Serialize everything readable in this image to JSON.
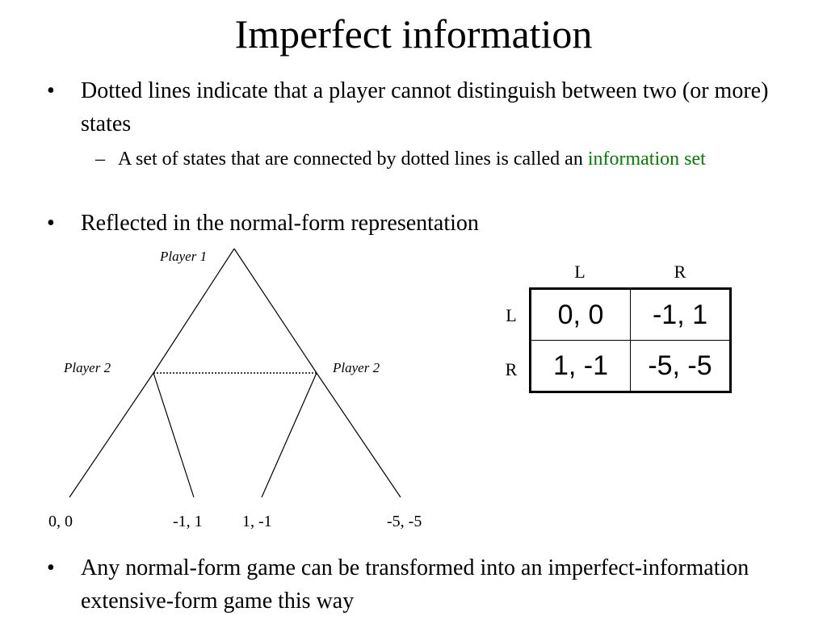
{
  "title": "Imperfect information",
  "bullets": [
    {
      "marker": "•",
      "text": "Dotted lines indicate that a player cannot distinguish between two (or more) states",
      "sub": {
        "marker": "–",
        "text": "A set of states that are connected by dotted lines is called an ",
        "highlight": "information set"
      }
    },
    {
      "marker": "•",
      "text": "Reflected in the normal-form representation"
    },
    {
      "marker": "•",
      "text": "Any normal-form game can be transformed into an imperfect-information extensive-form game this way"
    }
  ],
  "tree": {
    "root_label": "Player 1",
    "left_label": "Player 2",
    "right_label": "Player 2",
    "payoffs": [
      "0, 0",
      "-1, 1",
      "1, -1",
      "-5, -5"
    ]
  },
  "matrix": {
    "col_headers": [
      "L",
      "R"
    ],
    "row_headers": [
      "L",
      "R"
    ],
    "cells": [
      [
        "0, 0",
        "-1, 1"
      ],
      [
        "1, -1",
        "-5, -5"
      ]
    ]
  }
}
